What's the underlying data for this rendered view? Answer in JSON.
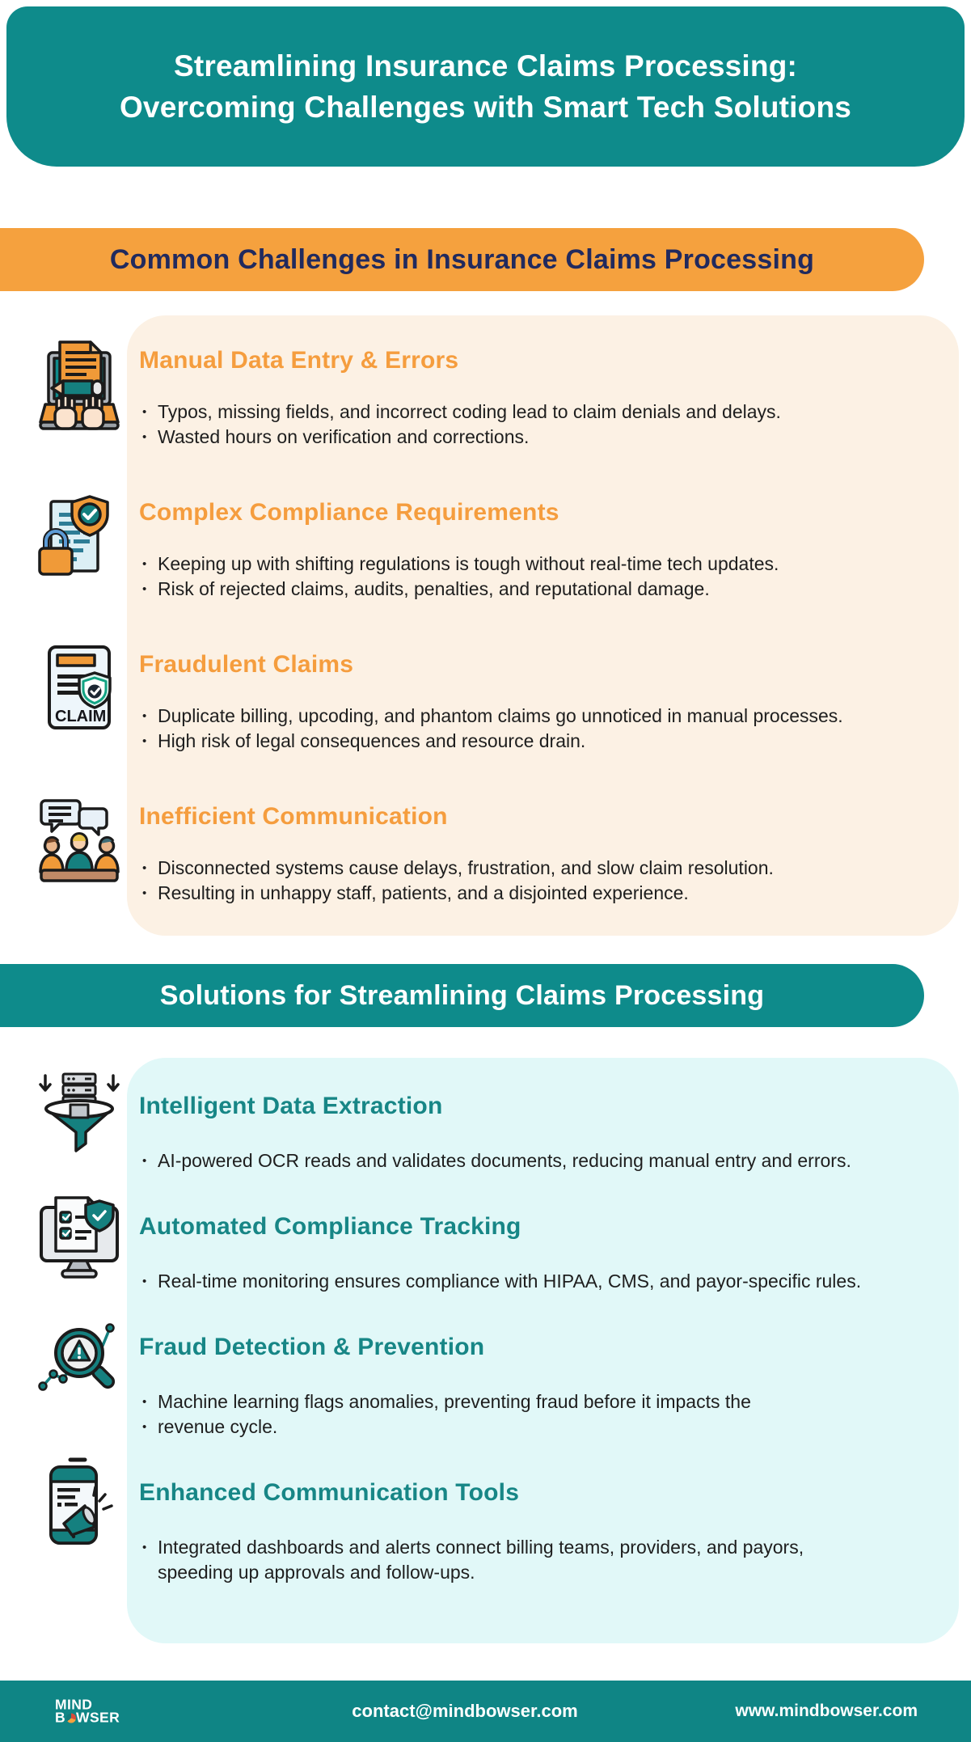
{
  "header": {
    "title_line1": "Streamlining Insurance Claims Processing:",
    "title_line2": "Overcoming Challenges with Smart Tech Solutions"
  },
  "challenges": {
    "banner": "Common Challenges in Insurance Claims Processing",
    "items": [
      {
        "icon": "manual-data-entry-icon",
        "title": "Manual Data Entry & Errors",
        "bullets": [
          "Typos, missing fields, and incorrect coding lead to claim denials and delays.",
          "Wasted hours on verification and corrections."
        ]
      },
      {
        "icon": "compliance-document-lock-icon",
        "title": "Complex Compliance Requirements",
        "bullets": [
          "Keeping up with shifting regulations is tough without real-time tech updates.",
          "Risk of rejected claims, audits, penalties, and reputational damage."
        ]
      },
      {
        "icon": "claim-shield-icon",
        "title": "Fraudulent Claims",
        "bullets": [
          "Duplicate billing, upcoding, and phantom claims go unnoticed in manual processes.",
          "High risk of legal consequences and resource drain."
        ]
      },
      {
        "icon": "meeting-chat-icon",
        "title": "Inefficient Communication",
        "bullets": [
          "Disconnected systems cause delays, frustration, and slow claim resolution.",
          "Resulting in unhappy staff, patients, and a disjointed experience."
        ]
      }
    ]
  },
  "solutions": {
    "banner": "Solutions for Streamlining Claims Processing",
    "items": [
      {
        "icon": "data-funnel-icon",
        "title": "Intelligent Data Extraction",
        "bullets": [
          "AI-powered OCR reads and validates documents, reducing manual entry and errors."
        ]
      },
      {
        "icon": "monitor-checklist-shield-icon",
        "title": "Automated Compliance Tracking",
        "bullets": [
          "Real-time monitoring ensures compliance with HIPAA, CMS, and payor-specific rules."
        ]
      },
      {
        "icon": "fraud-magnifier-icon",
        "title": "Fraud Detection & Prevention",
        "bullets": [
          "Machine learning flags anomalies, preventing fraud before it impacts the",
          "revenue cycle."
        ]
      },
      {
        "icon": "phone-megaphone-icon",
        "title": "Enhanced Communication Tools",
        "bullets": [
          "Integrated dashboards and alerts connect billing teams, providers, and payors,",
          "speeding up approvals and follow-ups."
        ]
      }
    ]
  },
  "footer": {
    "logo_top": "MIND",
    "logo_b": "B",
    "logo_wser": "WSER",
    "email": "contact@mindbowser.com",
    "website": "www.mindbowser.com"
  },
  "colors": {
    "teal_banner": "#0E8B8B",
    "orange_banner": "#F5A13E",
    "navy_heading": "#212A5E",
    "cream_card": "#FCF1E4",
    "cyan_card": "#E1F8F8",
    "heading_orange": "#F59D3E",
    "heading_teal": "#178686",
    "footer_teal": "#0F8585",
    "body_text": "#1E1E1E",
    "icon_teal": "#15807F",
    "icon_orange": "#F09A38"
  }
}
